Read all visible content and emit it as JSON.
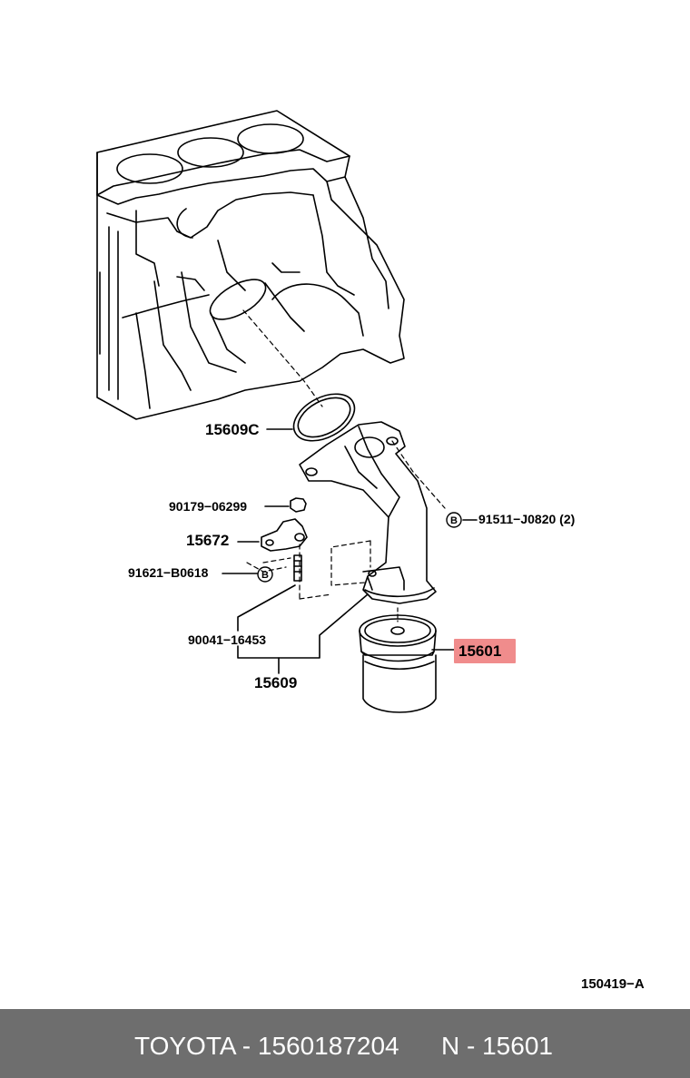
{
  "labels": {
    "p15609c": "15609C",
    "p90179": "90179−06299",
    "p15672": "15672",
    "p91621": "91621−B0618",
    "p91511": "91511−J0820 (2)",
    "p90041": "90041−16453",
    "p15609": "15609",
    "p15601": "15601",
    "marker_b": "B"
  },
  "reference_code": "150419−A",
  "footer": {
    "brand_part": "TOYOTA - 1560187204",
    "number": "N - 15601"
  },
  "colors": {
    "highlight": "#f08c8c",
    "footer_bg": "#6e6e6e",
    "footer_text": "#ffffff",
    "line": "#000000"
  }
}
